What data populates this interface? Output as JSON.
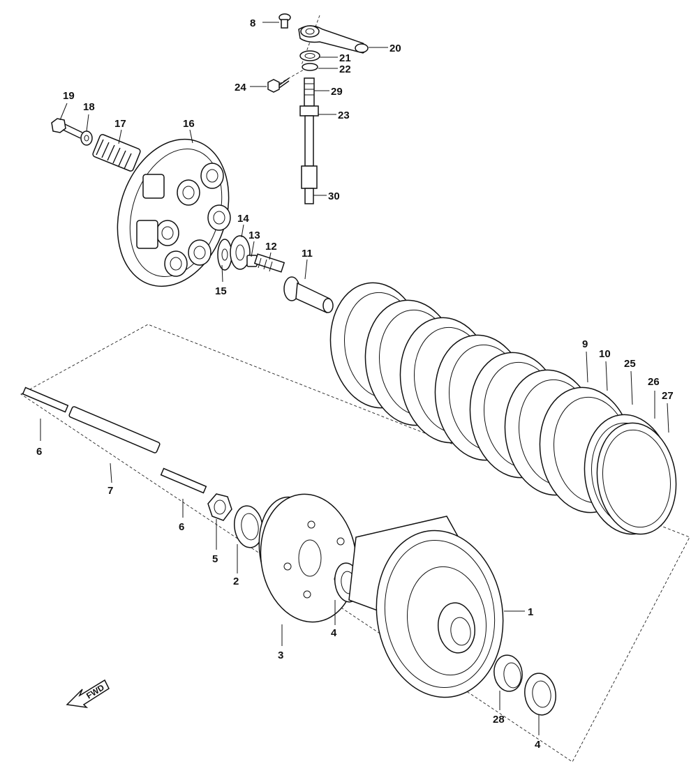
{
  "labels": {
    "p1": "1",
    "p2": "2",
    "p3": "3",
    "p4a": "4",
    "p4b": "4",
    "p5": "5",
    "p6a": "6",
    "p6b": "6",
    "p7": "7",
    "p8": "8",
    "p9": "9",
    "p10": "10",
    "p11": "11",
    "p12": "12",
    "p13": "13",
    "p14": "14",
    "p15": "15",
    "p16": "16",
    "p17": "17",
    "p18": "18",
    "p19": "19",
    "p20": "20",
    "p21": "21",
    "p22": "22",
    "p23": "23",
    "p24": "24",
    "p25": "25",
    "p26": "26",
    "p27": "27",
    "p28": "28",
    "p29": "29",
    "p30": "30"
  },
  "fwd": "FWD"
}
